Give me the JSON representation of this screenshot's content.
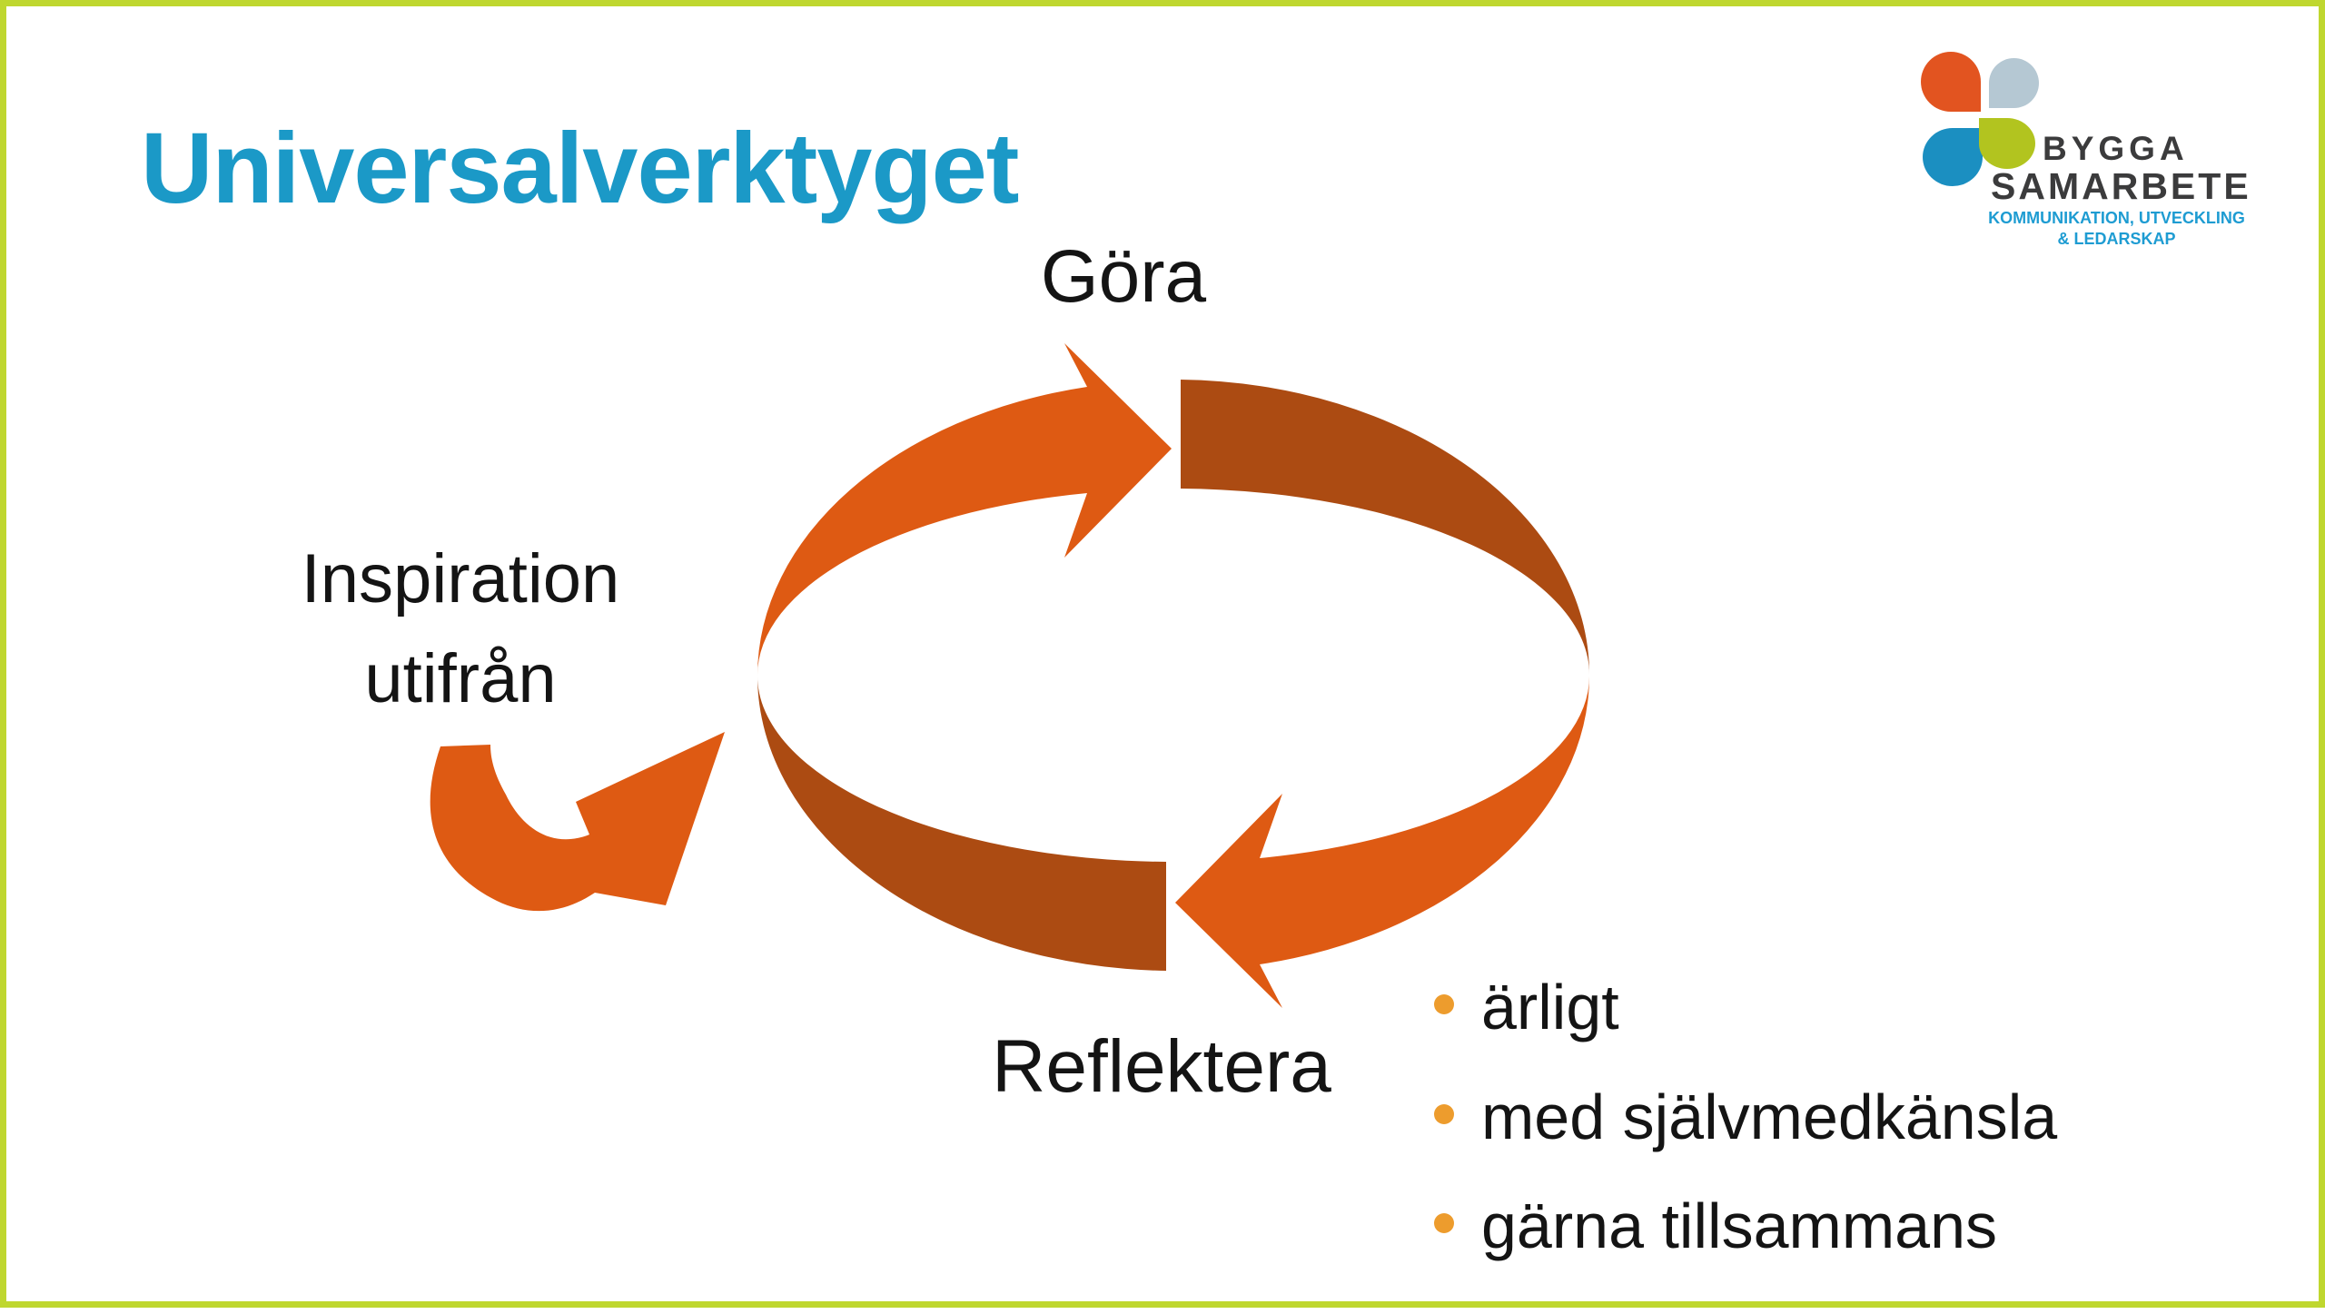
{
  "slide": {
    "title": "Universalverktyget",
    "colors": {
      "title": "#1B99C7",
      "border": "#BFD72F",
      "background": "#FFFFFF",
      "text": "#141414"
    }
  },
  "logo": {
    "name_line1": "BYGGA",
    "name_line2": "SAMARBETE",
    "tagline_line1": "KOMMUNIKATION, UTVECKLING",
    "tagline_line2": "& LEDARSKAP",
    "colors": {
      "petal_orange": "#E25420",
      "petal_gray_blue": "#B5C8D3",
      "petal_blue": "#1B8FC1",
      "petal_green": "#B2C41F",
      "wordmark": "#3B3B3C",
      "tagline": "#1E9CD2"
    }
  },
  "cycle": {
    "type": "two-arrow-cycle",
    "steps": [
      {
        "label": "Göra",
        "position": "top"
      },
      {
        "label": "Reflektera",
        "position": "bottom"
      }
    ],
    "input": {
      "label_line1": "Inspiration",
      "label_line2": "utifrån"
    },
    "colors": {
      "arrow_bright": "#DE5A13",
      "arrow_dark": "#AC4B12"
    }
  },
  "bullets": {
    "marker_color": "#ED9C2D",
    "items": [
      "ärligt",
      "med självmedkänsla",
      "gärna tillsammans"
    ]
  }
}
